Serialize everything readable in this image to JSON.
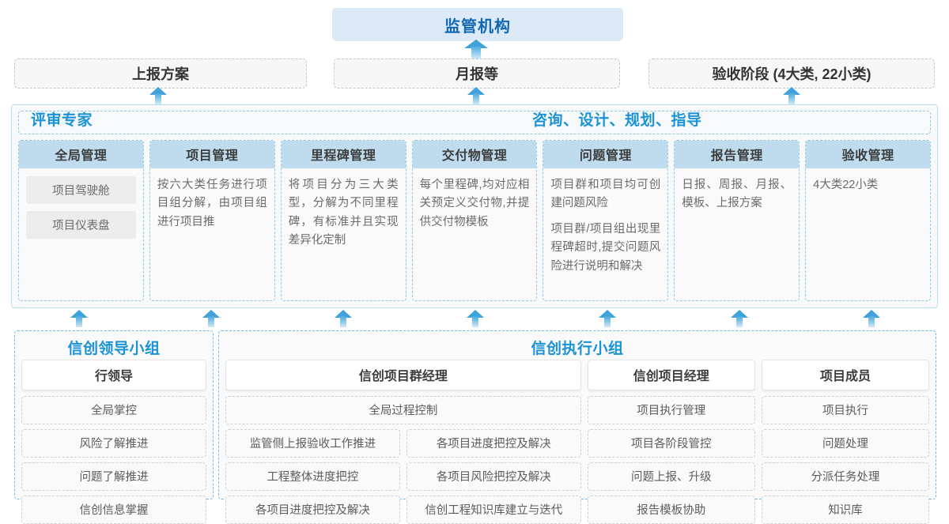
{
  "top": {
    "regulator": "监管机构",
    "reports": [
      {
        "label": "上报方案"
      },
      {
        "label": "月报等"
      },
      {
        "label": "验收阶段 (4大类, 22小类)"
      }
    ]
  },
  "platform": {
    "title_left": "评审专家",
    "title_right": "咨询、设计、规划、指导",
    "columns": [
      {
        "head": "全局管理",
        "pills": [
          "项目驾驶舱",
          "项目仪表盘"
        ],
        "paragraphs": []
      },
      {
        "head": "项目管理",
        "pills": [],
        "paragraphs": [
          "按六大类任务进行项目组分解，由项目组进行项目推"
        ]
      },
      {
        "head": "里程碑管理",
        "pills": [],
        "paragraphs": [
          "将项目分为三大类型，分解为不同里程碑，有标准并且实现差异化定制"
        ]
      },
      {
        "head": "交付物管理",
        "pills": [],
        "paragraphs": [
          "每个里程碑,均对应相关预定义交付物,并提供交付物模板"
        ]
      },
      {
        "head": "问题管理",
        "pills": [],
        "paragraphs": [
          "项目群和项目均可创建问题风险",
          "项目群/项目组出现里程碑超时,提交问题风险进行说明和解决"
        ]
      },
      {
        "head": "报告管理",
        "pills": [],
        "paragraphs": [
          "日报、周报、月报、模板、上报方案"
        ]
      },
      {
        "head": "验收管理",
        "pills": [],
        "paragraphs": [
          "4大类22小类"
        ]
      }
    ]
  },
  "teams": {
    "leader": {
      "title": "信创领导小组",
      "role_head": "行领导",
      "items": [
        "全局掌控",
        "风险了解推进",
        "问题了解推进",
        "信创信息掌握"
      ]
    },
    "exec": {
      "title": "信创执行小组",
      "program_manager": {
        "head": "信创项目群经理",
        "full_width_item": "全局过程控制",
        "rows": [
          [
            "监管侧上报验收工作推进",
            "各项目进度把控及解决"
          ],
          [
            "工程整体进度把控",
            "各项目风险把控及解决"
          ],
          [
            "各项目进度把控及解决",
            "信创工程知识库建立与迭代"
          ]
        ]
      },
      "project_manager": {
        "head": "信创项目经理",
        "items": [
          "项目执行管理",
          "项目各阶段管控",
          "问题上报、升级",
          "报告模板协助"
        ]
      },
      "member": {
        "head": "项目成员",
        "items": [
          "项目执行",
          "问题处理",
          "分派任务处理",
          "知识库"
        ]
      }
    }
  },
  "colors": {
    "accent_blue": "#1a93d6",
    "regulator_bg": "#dce9f7",
    "regulator_text": "#1268b3",
    "column_head_bg": "#bfdcee",
    "arrow_top": "#3fa2da",
    "arrow_bottom": "#cfe8f8"
  }
}
